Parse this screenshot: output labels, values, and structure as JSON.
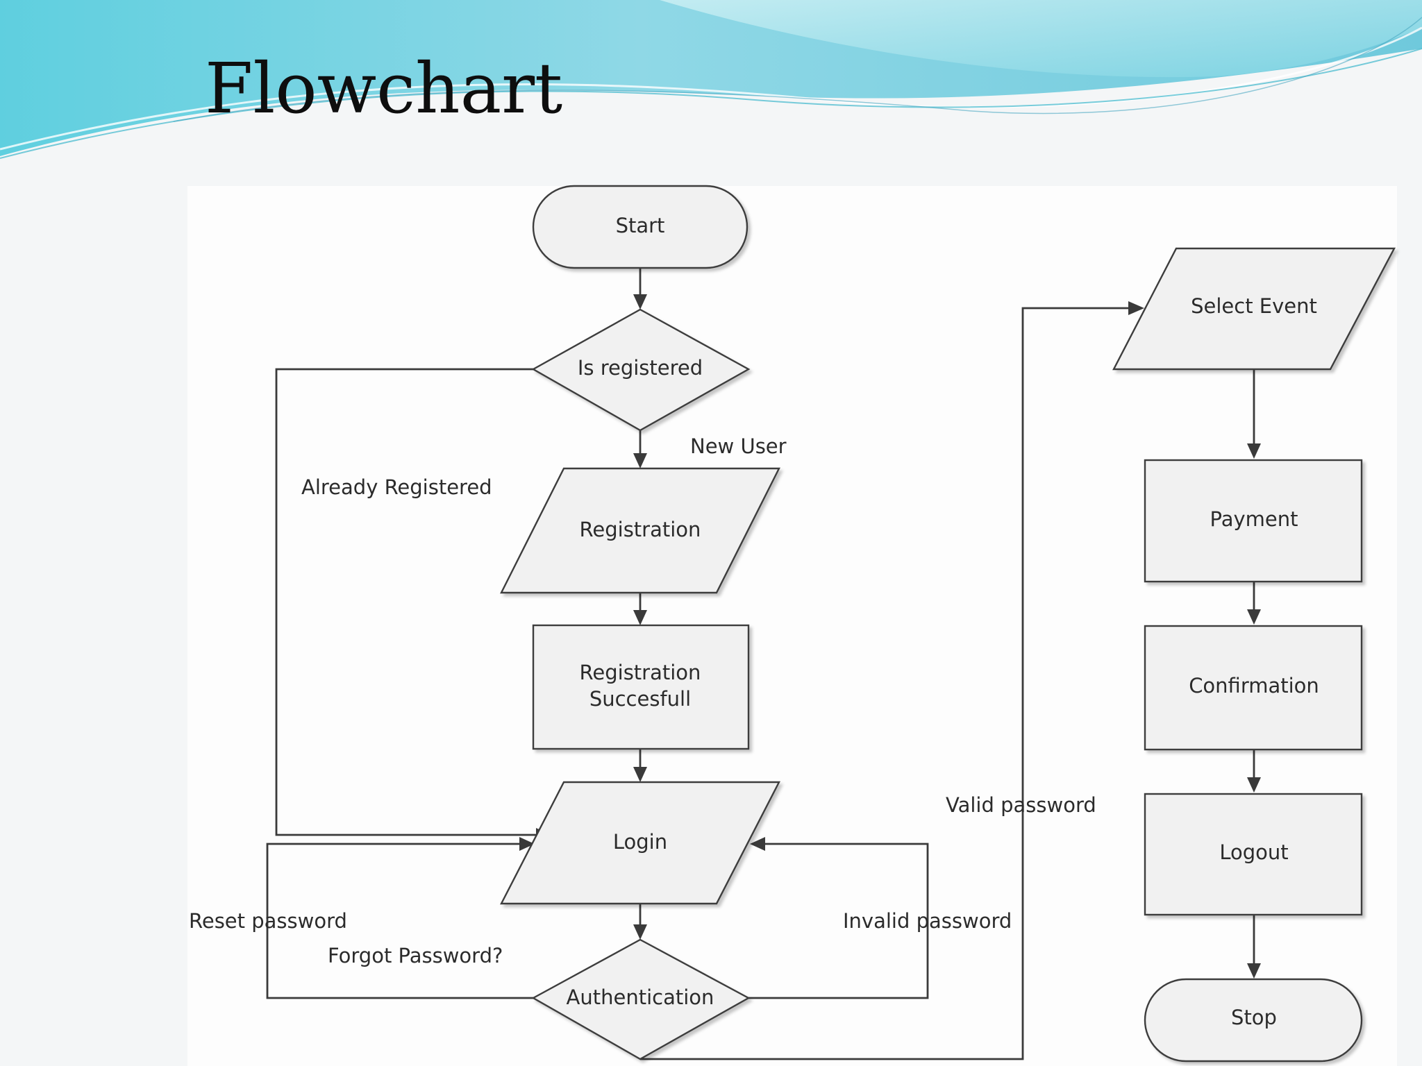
{
  "slide": {
    "title": "Flowchart"
  },
  "nodes": {
    "start": "Start",
    "is_registered": "Is registered",
    "registration": "Registration",
    "registration_success": [
      "Registration",
      "Succesfull"
    ],
    "login": "Login",
    "authentication": "Authentication",
    "select_event": "Select Event",
    "payment": "Payment",
    "confirmation": "Confirmation",
    "logout": "Logout",
    "stop": "Stop"
  },
  "edge_labels": {
    "new_user": "New User",
    "already_registered": "Already Registered",
    "reset_password": "Reset password",
    "forgot_password": "Forgot Password?",
    "invalid_password": "Invalid password",
    "valid_password": "Valid password"
  },
  "colors": {
    "shape_fill": "#f1f1f1",
    "stroke": "#3a3a3a",
    "header_wave_light": "#a9e4ec",
    "header_wave_dark": "#5fcfdf"
  }
}
